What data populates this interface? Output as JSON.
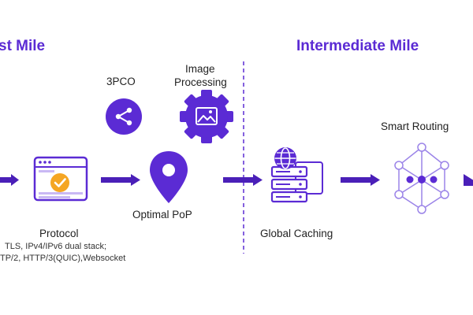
{
  "sections": {
    "left_title": "st Mile",
    "right_title": "Intermediate Mile"
  },
  "nodes": {
    "protocol": {
      "label": "Protocol",
      "detail_line1": "TLS, IPv4/IPv6 dual stack;",
      "detail_line2": "TP/2, HTTP/3(QUIC),Websocket"
    },
    "three_pco": {
      "label": "3PCO"
    },
    "image_processing": {
      "label_line1": "Image",
      "label_line2": "Processing"
    },
    "optimal_pop": {
      "label": "Optimal PoP"
    },
    "global_caching": {
      "label": "Global Caching"
    },
    "smart_routing": {
      "label": "Smart Routing"
    }
  },
  "colors": {
    "brand": "#5b2bd4",
    "brand_dark": "#4a1fb8",
    "accent_orange": "#f5a623",
    "text": "#222222",
    "divider": "#5b2bd4"
  }
}
